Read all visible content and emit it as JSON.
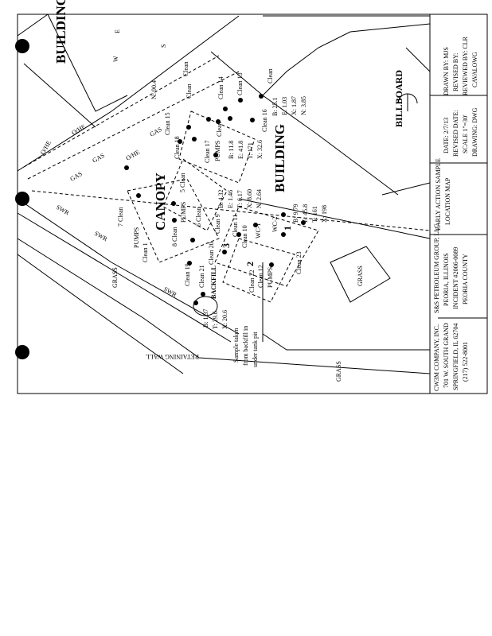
{
  "title_block": {
    "drawn_by": "DRAWN BY: MJS",
    "revised_by": "REVISED BY:",
    "reviewed_by": "REVIEWED BY: CLR",
    "file": "CAVALOWG",
    "date": "DATE: 2/7/13",
    "revised_date": "REVISED DATE:",
    "scale": "SCALE 1\"=30'",
    "drawing": "DRAWING: DWG",
    "map_title_1": "EARLY ACTION SAMPLE",
    "map_title_2": "LOCATION MAP",
    "client_1": "S&S PETROLEUM GROUP, LLC.",
    "client_2": "PEORIA, ILLINOIS",
    "client_3": "INCIDENT #2006-0089",
    "client_4": "PEORIA COUNTY",
    "company_1": "CW3M COMPANY, INC.",
    "company_2": "701 W. SOUTH GRAND",
    "company_3": "SPRINGFIELD, IL 62704",
    "company_4": "(217) 522-8001"
  },
  "map": {
    "building_top": "BUILDING",
    "building_main": "BUILDING",
    "billboard": "BILLBOARD",
    "canopy": "CANOPY",
    "backfill": "BACKFILL",
    "grass": [
      "GRASS",
      "GRASS",
      "GRASS"
    ],
    "retaining_wall": "RETAINING WALL",
    "compass": [
      "E",
      "W",
      "S"
    ],
    "utilities": [
      "O/HE",
      "O/HE",
      "O/HE",
      "GAS",
      "GAS",
      "GAS",
      "SWR",
      "SWR",
      "SWR"
    ],
    "sections": [
      "1",
      "2",
      "3"
    ],
    "wells": [
      "WC-1",
      "WC-2"
    ],
    "pumps": [
      "PUMPS",
      "PUMPS",
      "PUMPS",
      "PUMPS"
    ],
    "samples": [
      "Clean 18",
      "Clean 15",
      "Clean 14",
      "Clean 13",
      "Clean",
      "Clean 16",
      "Clean 17",
      "Clean",
      "5 Clean",
      "6 Clean",
      "7 Clean",
      "Clean 1",
      "8 Clean",
      "Clean 9",
      "Clean 10",
      "Clean 11",
      "Clean 12",
      "Clean 19",
      "Clean 20",
      "Clean 21",
      "Clean 22",
      "Clean 23",
      "Clean",
      "Clean"
    ],
    "results": {
      "n_top": "N: 90.4",
      "r_building": [
        "B: 11.8",
        "E: 41.8",
        "T: 171",
        "X: 32.6"
      ],
      "r_right": [
        "B: 25.1",
        "E: 1.03",
        "X: 1.87",
        "N: 3.85"
      ],
      "r_mid": [
        "B: 4.32",
        "E: 1.46",
        "T: 6.17",
        "X: 8.60",
        "N: 2.64"
      ],
      "r_wc": [
        "B: 9.79",
        "E: 45.8",
        "T: 161",
        "X: 198"
      ],
      "r_backfill": [
        "B: 1.37",
        "T: 29.6",
        "X: 20.6"
      ]
    },
    "note": [
      "Sample taken",
      "from backfill in",
      "under tank pit"
    ]
  }
}
